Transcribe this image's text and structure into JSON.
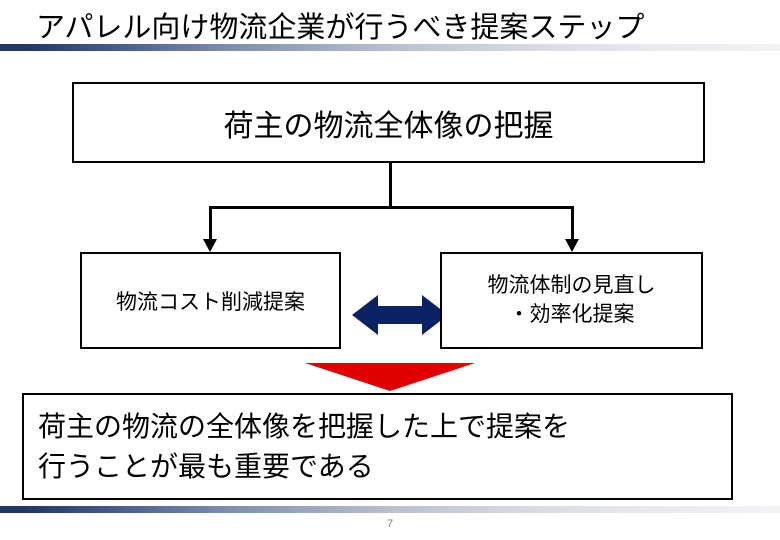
{
  "slide": {
    "title": "アパレル向け物流企業が行うべき提案ステップ",
    "page_number": "7"
  },
  "diagram": {
    "top_box": {
      "label": "荷主の物流全体像の把握"
    },
    "left_box": {
      "label": "物流コスト削減提案"
    },
    "right_box": {
      "line1": "物流体制の見直し",
      "line2": "・効率化提案"
    },
    "conclusion_box": {
      "line1": "荷主の物流の全体像を把握した上で提案を",
      "line2": "行うことが最も重要である"
    },
    "connectors": {
      "double_arrow_name": "double-headed-horizontal-arrow",
      "red_chevron_name": "red-down-chevron"
    }
  },
  "colors": {
    "accent_navy": "#1f3864",
    "double_arrow_navy": "#0b2265",
    "red_chevron": "#e00000",
    "box_border": "#000000",
    "text": "#000000",
    "page_number": "#808080"
  }
}
